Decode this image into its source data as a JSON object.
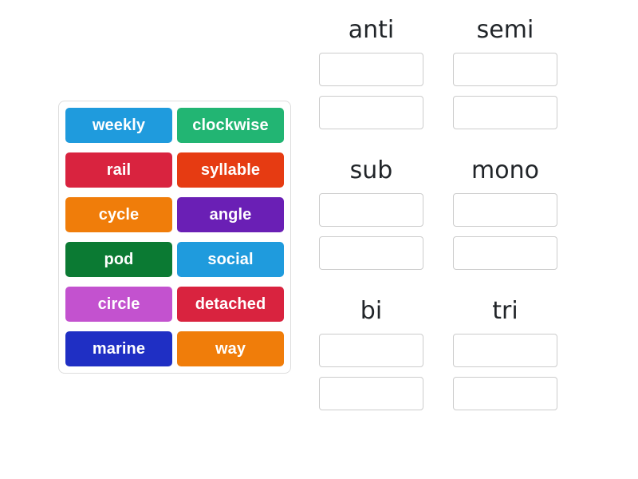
{
  "word_bank": {
    "name": "word-bank",
    "tiles": [
      {
        "label": "weekly",
        "color": "#1f9bdd"
      },
      {
        "label": "clockwise",
        "color": "#22b573"
      },
      {
        "label": "rail",
        "color": "#d9233f"
      },
      {
        "label": "syllable",
        "color": "#e63b12"
      },
      {
        "label": "cycle",
        "color": "#f07d0a"
      },
      {
        "label": "angle",
        "color": "#6a1fb5"
      },
      {
        "label": "pod",
        "color": "#0b7a33"
      },
      {
        "label": "social",
        "color": "#1f9bdd"
      },
      {
        "label": "circle",
        "color": "#c352cf"
      },
      {
        "label": "detached",
        "color": "#d9233f"
      },
      {
        "label": "marine",
        "color": "#1f2fc4"
      },
      {
        "label": "way",
        "color": "#f07d0a"
      }
    ]
  },
  "answer_area": {
    "rows": [
      {
        "categories": [
          {
            "title": "anti",
            "slots": [
              "",
              ""
            ]
          },
          {
            "title": "semi",
            "slots": [
              "",
              ""
            ]
          }
        ]
      },
      {
        "categories": [
          {
            "title": "sub",
            "slots": [
              "",
              ""
            ]
          },
          {
            "title": "mono",
            "slots": [
              "",
              ""
            ]
          }
        ]
      },
      {
        "categories": [
          {
            "title": "bi",
            "slots": [
              "",
              ""
            ]
          },
          {
            "title": "tri",
            "slots": [
              "",
              ""
            ]
          }
        ]
      }
    ]
  }
}
